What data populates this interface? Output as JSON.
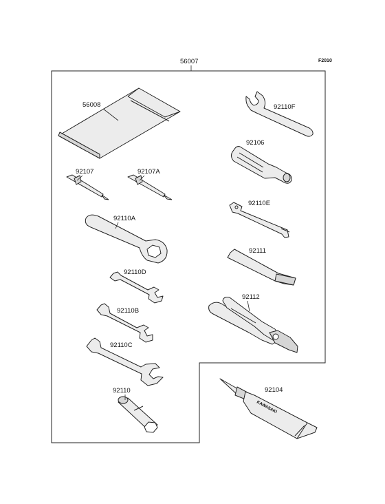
{
  "figure_code": "F2010",
  "parts": {
    "kit": "56007",
    "bag": "56008",
    "screwdriver_a": "92107",
    "screwdriver_b": "92107A",
    "box_wrench": "92110A",
    "wrench_d": "92110D",
    "wrench_b": "92110B",
    "wrench_c": "92110C",
    "socket": "92110",
    "hook_spanner": "92110F",
    "handle": "92106",
    "pin_wrench": "92110E",
    "extension_bar": "92111",
    "pliers": "92112",
    "grease_tube": "92104"
  },
  "grease_brand": "KAWASAKI"
}
